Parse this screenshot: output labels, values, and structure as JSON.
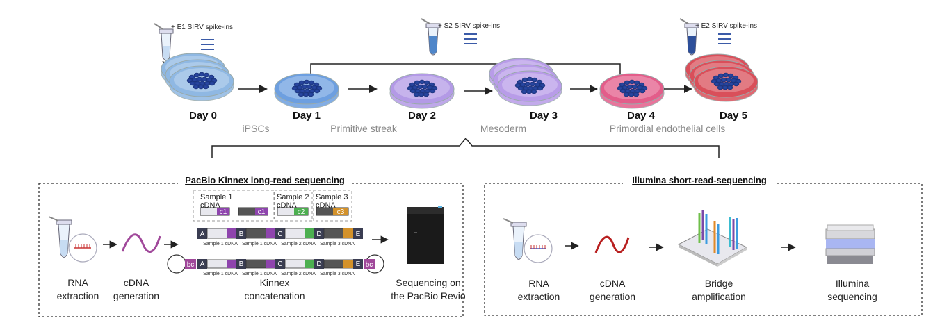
{
  "timeline": {
    "days": [
      "Day 0",
      "Day 1",
      "Day 2",
      "Day 3",
      "Day 4",
      "Day 5"
    ],
    "stages": [
      "iPSCs",
      "Primitive streak",
      "Mesoderm",
      "Primordial endothelial cells"
    ],
    "spike_ins": [
      "+ E1 SIRV spike-ins",
      "+ S2 SIRV spike-ins",
      "+ E2 SIRV spike-ins"
    ],
    "dish_colors": [
      "#8fb8e3",
      "#6d9fe0",
      "#b39ae6",
      "#b89ce8",
      "#e35d8a",
      "#d94f5a"
    ]
  },
  "pacbio": {
    "title": "PacBio Kinnex long-read sequencing",
    "step_rna": [
      "RNA",
      "extraction"
    ],
    "step_cdna": [
      "cDNA",
      "generation"
    ],
    "step_kinnex": [
      "Kinnex",
      "concatenation"
    ],
    "step_seq": [
      "Sequencing on",
      "the PacBio Revio"
    ],
    "samples": [
      {
        "name": "Sample 1",
        "sub": "cDNA",
        "tag": "c1"
      },
      {
        "name": "Sample 2",
        "sub": "cDNA",
        "tag": "c2"
      },
      {
        "name": "Sample 3",
        "sub": "cDNA",
        "tag": "c3"
      }
    ],
    "adapters": [
      "A",
      "B",
      "C",
      "D",
      "E"
    ],
    "segment_labels": [
      "Sample 1 cDNA",
      "Sample 1 cDNA",
      "Sample 2 cDNA",
      "Sample 3 cDNA"
    ],
    "barcode": "bc"
  },
  "illumina": {
    "title": "Illumina short-read-sequencing",
    "step_rna": [
      "RNA",
      "extraction"
    ],
    "step_cdna": [
      "cDNA",
      "generation"
    ],
    "step_bridge": [
      "Bridge",
      "amplification"
    ],
    "step_seq": [
      "Illumina",
      "sequencing"
    ]
  }
}
